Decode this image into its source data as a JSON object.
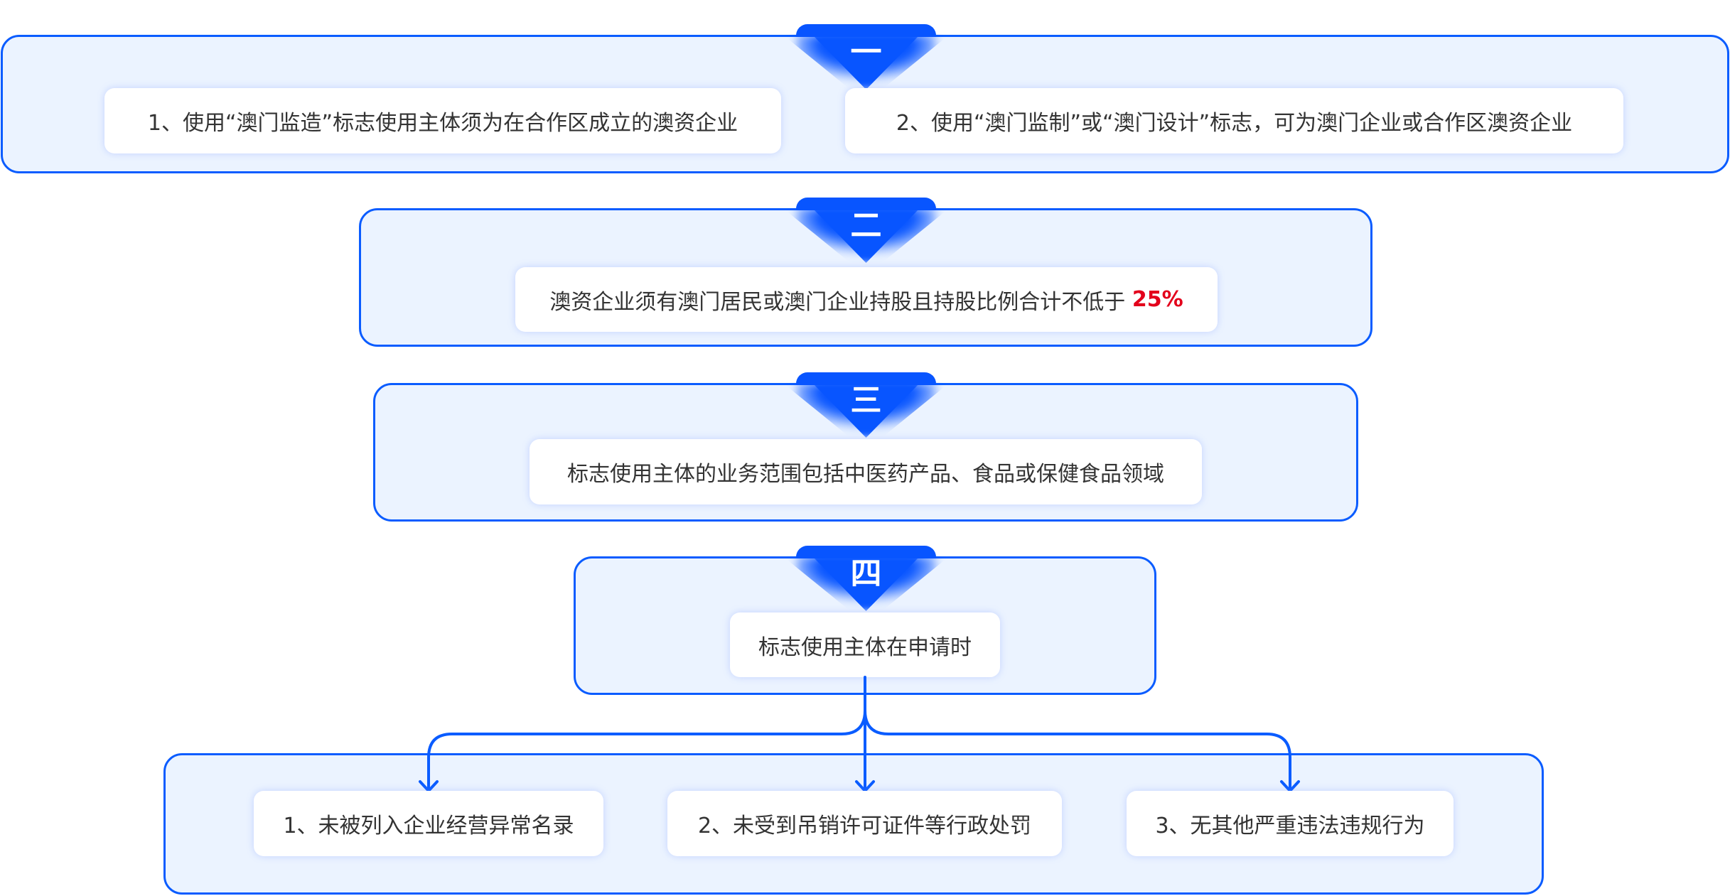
{
  "colors": {
    "accent": "#0855FF",
    "section_bg": "#EBF3FF",
    "section_border": "#0A5CFF",
    "text": "#333333",
    "highlight": "#E3001B"
  },
  "sections": [
    {
      "tab": "一",
      "items": [
        "1、使用“澳门监造”标志使用主体须为在合作区成立的澳资企业",
        "2、使用“澳门监制”或“澳门设计”标志，可为澳门企业或合作区澳资企业"
      ]
    },
    {
      "tab": "二",
      "text": "澳资企业须有澳门居民或澳门企业持股且持股比例合计不低于",
      "highlight": "25%"
    },
    {
      "tab": "三",
      "text": "标志使用主体的业务范围包括中医药产品、食品或保健食品领域"
    },
    {
      "tab": "四",
      "text": "标志使用主体在申请时"
    }
  ],
  "conditions": [
    "1、未被列入企业经营异常名录",
    "2、未受到吊销许可证件等行政处罚",
    "3、无其他严重违法违规行为"
  ]
}
